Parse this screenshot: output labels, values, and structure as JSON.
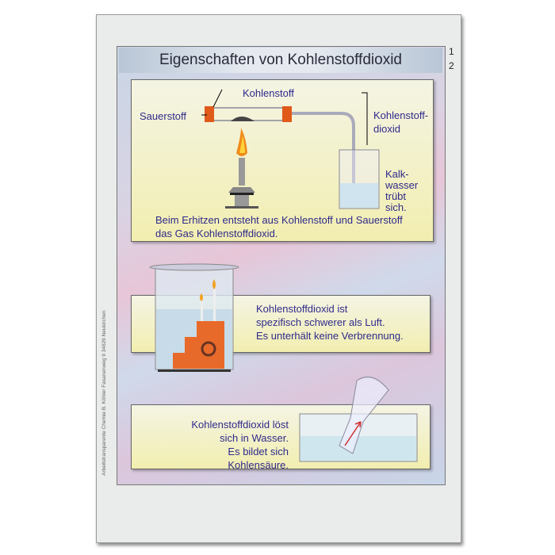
{
  "title": "Eigenschaften von Kohlenstoffdioxid",
  "page_numbers": [
    "1",
    "2"
  ],
  "side_text": "Arbeitstransparente Chemie   B. Köhler  Fasanenweg 9   34626  Neukirchen",
  "panel1": {
    "label_carbon": "Kohlenstoff",
    "label_oxygen": "Sauerstoff",
    "label_co2_line1": "Kohlenstoff-",
    "label_co2_line2": "dioxid",
    "label_lime": [
      "Kalk-",
      "wasser",
      "trübt",
      "sich."
    ],
    "caption_line1": "Beim Erhitzen entsteht aus Kohlenstoff und Sauerstoff",
    "caption_line2": "das Gas Kohlenstoffdioxid."
  },
  "panel2": {
    "lines": [
      "Kohlenstoffdioxid ist",
      "spezifisch schwerer als Luft.",
      "Es unterhält keine Verbrennung."
    ]
  },
  "panel3": {
    "lines": [
      "Kohlenstoffdioxid löst",
      "sich in Wasser.",
      "Es bildet sich Kohlensäure."
    ]
  },
  "colors": {
    "text": "#2f2a8c",
    "flame": "#f08a1a",
    "stopper": "#e05a1a"
  }
}
